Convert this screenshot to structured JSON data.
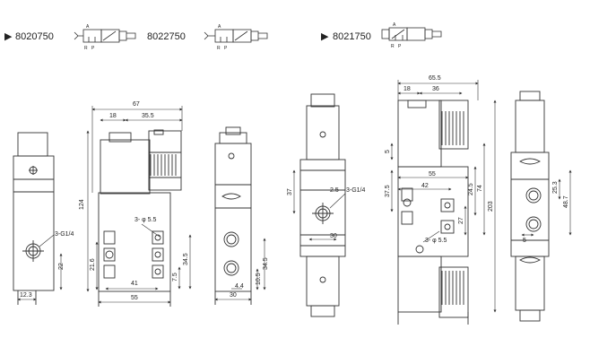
{
  "headers": [
    {
      "marker": "▶",
      "code": "8020750"
    },
    {
      "marker": "",
      "code": "8022750"
    },
    {
      "marker": "▶",
      "code": "8021750"
    }
  ],
  "symbol_port_letters": {
    "a": "A",
    "r": "R",
    "p": "P"
  },
  "left_views": {
    "dims": {
      "d67": "67",
      "d18": "18",
      "d35_5": "35.5",
      "d124": "124",
      "d12_3": "12.3",
      "d22": "22",
      "port": "3-G1/4",
      "holes": "3- φ 5.5",
      "d21_6": "21.6",
      "d41": "41",
      "d55": "55",
      "d7_5": "7.5",
      "d34_5a": "34.5",
      "d34_5b": "34.5",
      "d10_5": "10.5",
      "d4_4": "4.4",
      "d30": "30"
    }
  },
  "right_views": {
    "dims": {
      "d65_5": "65.5",
      "d18": "18",
      "d36": "36",
      "d37": "37",
      "d2_5": "2.5",
      "port": "3-G1/4",
      "d30": "30",
      "d5a": "5",
      "d55": "55",
      "d42": "42",
      "d37_5": "37.5",
      "d24_5": "24.5",
      "d27": "27",
      "d74": "74",
      "d203": "203",
      "holes": "3- φ 5.5",
      "d25_3": "25.3",
      "d48_7": "48.7",
      "d5b": "5"
    }
  }
}
